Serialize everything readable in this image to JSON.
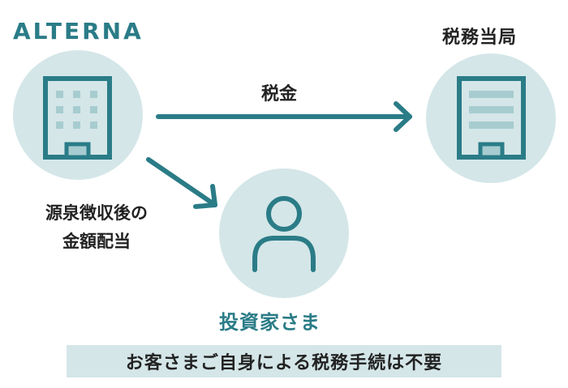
{
  "nodes": {
    "company": "ALTERNA",
    "tax_office": "税務当局",
    "investor": "投資家さま"
  },
  "edges": {
    "tax": "税金",
    "dividend_line1": "源泉徴収後の",
    "dividend_line2": "金額配当"
  },
  "note": "お客さまご自身による税務手続は不要",
  "colors": {
    "teal": "#2a7c87",
    "circle": "#d4e6e8",
    "window": "#a7ccd0",
    "text": "#222222"
  },
  "icons": {
    "company": "office-building-icon",
    "tax_office": "government-building-icon",
    "investor": "person-icon"
  }
}
